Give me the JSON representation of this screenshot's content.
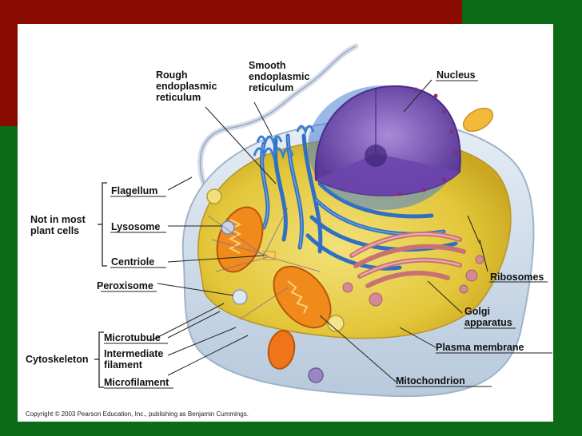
{
  "labels": {
    "rough_er": "Rough\nendoplasmic\nreticulum",
    "smooth_er": "Smooth\nendoplasmic\nreticulum",
    "nucleus": "Nucleus",
    "flagellum": "Flagellum",
    "not_in_plant": "Not in most\nplant cells",
    "lysosome": "Lysosome",
    "centriole": "Centriole",
    "peroxisome": "Peroxisome",
    "ribosomes": "Ribosomes",
    "golgi": "Golgi\napparatus",
    "microtubule": "Microtubule",
    "intermediate_filament": "Intermediate\nfilament",
    "microfilament": "Microfilament",
    "cytoskeleton": "Cytoskeleton",
    "plasma_membrane": "Plasma membrane",
    "mitochondrion": "Mitochondrion"
  },
  "copyright": "Copyright © 2003 Pearson Education, Inc., publishing as Benjamin Cummings.",
  "colors": {
    "background_green": "#0b6b17",
    "background_red": "#8a0c00",
    "nucleus": "#7a52b3",
    "er": "#2f6fc4",
    "golgi": "#d98a8a",
    "mitochondria": "#f08a1a",
    "cytoplasm": "#e8d24a",
    "membrane": "#c8d8e8"
  }
}
